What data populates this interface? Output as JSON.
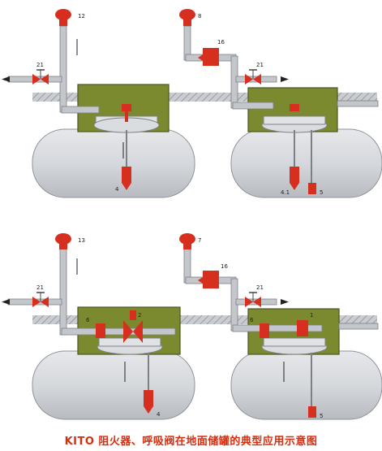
{
  "labels": {
    "tl_flame_arrester": "12",
    "tr_vent_valve": "8",
    "tr_inline_valve": "16",
    "tl_shutoff": "21",
    "tr_shutoff": "21",
    "tl_foot_valve": "4",
    "tr_foot_valve": "4.1",
    "tr_pump_valve": "5",
    "bl_flame_arrester": "13",
    "br_vent_valve": "7",
    "br_inline_valve": "16",
    "bl_shutoff": "21",
    "br_shutoff": "21",
    "bl_valve_a": "6",
    "bl_valve_b": "2",
    "bl_foot_valve": "4",
    "br_valve": "6",
    "br_inner_valve": "1",
    "br_pump_valve": "5"
  },
  "caption": "KITO 阻火器、呼吸阀在地面储罐的典型应用示意图",
  "colors": {
    "valve_red": "#d62e1f",
    "chamber_green": "#7b8a2e",
    "tank_gray": "#d2d4d8",
    "pipe_gray": "#b9bec4",
    "caption_red": "#d62e0e"
  }
}
